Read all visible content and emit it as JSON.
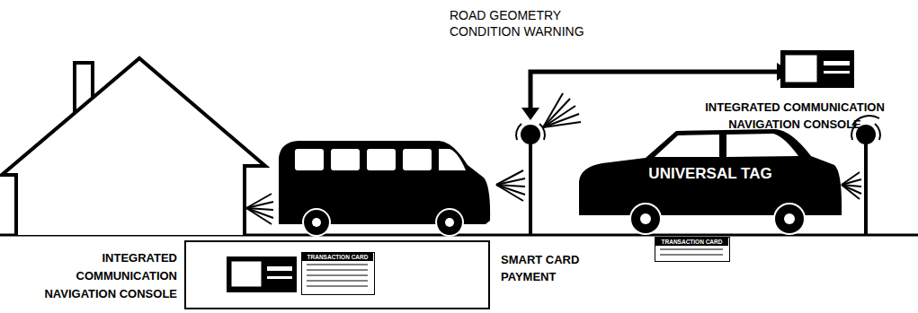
{
  "diagram": {
    "nodes": [
      {
        "text": [
          "INTEGRATED COMMUNICATION NAVIGATION CONSOLE"
        ]
      },
      {
        "text": [
          "UNIVERSAL TAG"
        ]
      },
      {
        "text": [
          "TRANSACTION CARD"
        ]
      },
      {
        "text": [
          "INTEGRATED COMMUNICATION NAVIGATION CONSOLE",
          "SMART CARD PAYMENT"
        ]
      },
      {
        "text": [
          "TRANSACTION CARD"
        ],
        "in": 3
      }
    ],
    "labels": [
      "ROAD GEOMETRY CONDITION WARNING"
    ]
  }
}
